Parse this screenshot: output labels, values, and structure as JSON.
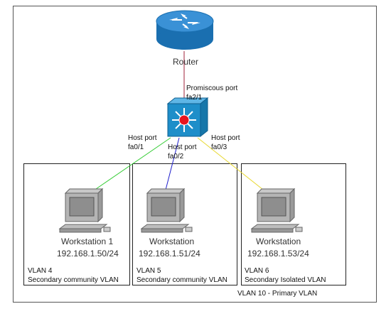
{
  "router": {
    "label": "Router"
  },
  "uplink": {
    "line1": "Promiscous port",
    "line2": "fa2/1"
  },
  "ports": [
    {
      "line1": "Host port",
      "line2": "fa0/1"
    },
    {
      "line1": "Host port",
      "line2": "fa0/2"
    },
    {
      "line1": "Host port",
      "line2": "fa0/3"
    }
  ],
  "workstations": [
    {
      "name": "Workstation 1",
      "ip": "192.168.1.50/24"
    },
    {
      "name": "Workstation",
      "ip": "192.168.1.51/24"
    },
    {
      "name": "Workstation",
      "ip": "192.168.1.53/24"
    }
  ],
  "vlans": [
    {
      "line1": "VLAN 4",
      "line2": "Secondary community VLAN"
    },
    {
      "line1": "VLAN 5",
      "line2": "Secondary community VLAN"
    },
    {
      "line1": "VLAN 6",
      "line2": "Secondary Isolated VLAN"
    }
  ],
  "primary_vlan": "VLAN 10 - Primary VLAN",
  "colors": {
    "router": "#1a6fb0",
    "switch": "#1e8ec9",
    "uplink": "#a0223a",
    "ws1_link": "#33cc33",
    "ws2_link": "#1f1fcc",
    "ws3_link": "#e8d830"
  }
}
